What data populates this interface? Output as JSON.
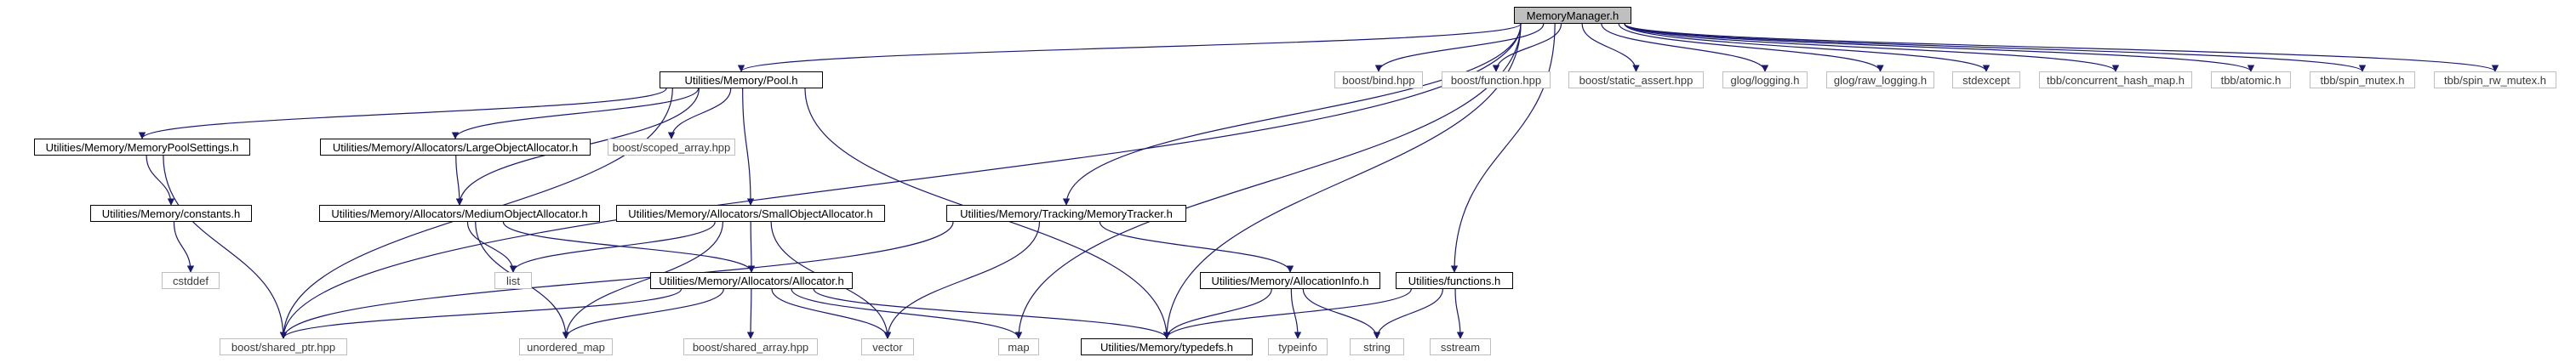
{
  "diagram": {
    "colors": {
      "edge": "#191970",
      "node_border": "#000000",
      "sys_border": "#bfbfbf",
      "root_fill": "#bfbfbf"
    },
    "nodes": {
      "mm": "MemoryManager.h",
      "pool": "Utilities/Memory/Pool.h",
      "bind": "boost/bind.hpp",
      "function": "boost/function.hpp",
      "static_assert": "boost/static_assert.hpp",
      "glog_logging": "glog/logging.h",
      "glog_raw": "glog/raw_logging.h",
      "stdexcept": "stdexcept",
      "tbb_chm": "tbb/concurrent_hash_map.h",
      "tbb_atomic": "tbb/atomic.h",
      "tbb_spin": "tbb/spin_mutex.h",
      "tbb_rw": "tbb/spin_rw_mutex.h",
      "pool_settings": "Utilities/Memory/MemoryPoolSettings.h",
      "large_alloc": "Utilities/Memory/Allocators/LargeObjectAllocator.h",
      "scoped_array": "boost/scoped_array.hpp",
      "medium_alloc": "Utilities/Memory/Allocators/MediumObjectAllocator.h",
      "small_alloc": "Utilities/Memory/Allocators/SmallObjectAllocator.h",
      "tracker": "Utilities/Memory/Tracking/MemoryTracker.h",
      "constants": "Utilities/Memory/constants.h",
      "cstddef": "cstddef",
      "list": "list",
      "allocator": "Utilities/Memory/Allocators/Allocator.h",
      "alloc_info": "Utilities/Memory/AllocationInfo.h",
      "functions": "Utilities/functions.h",
      "shared_ptr": "boost/shared_ptr.hpp",
      "unordered_map": "unordered_map",
      "shared_array": "boost/shared_array.hpp",
      "vector": "vector",
      "map": "map",
      "typedefs": "Utilities/Memory/typedefs.h",
      "typeinfo": "typeinfo",
      "string": "string",
      "sstream": "sstream"
    },
    "edges": [
      [
        "mm",
        "pool"
      ],
      [
        "mm",
        "bind"
      ],
      [
        "mm",
        "function"
      ],
      [
        "mm",
        "static_assert"
      ],
      [
        "mm",
        "glog_logging"
      ],
      [
        "mm",
        "glog_raw"
      ],
      [
        "mm",
        "stdexcept"
      ],
      [
        "mm",
        "tbb_chm"
      ],
      [
        "mm",
        "tbb_atomic"
      ],
      [
        "mm",
        "tbb_spin"
      ],
      [
        "mm",
        "tbb_rw"
      ],
      [
        "mm",
        "tracker"
      ],
      [
        "mm",
        "functions"
      ],
      [
        "mm",
        "typedefs"
      ],
      [
        "mm",
        "map"
      ],
      [
        "mm",
        "shared_ptr"
      ],
      [
        "pool",
        "pool_settings"
      ],
      [
        "pool",
        "large_alloc"
      ],
      [
        "pool",
        "scoped_array"
      ],
      [
        "pool",
        "medium_alloc"
      ],
      [
        "pool",
        "small_alloc"
      ],
      [
        "pool",
        "shared_ptr"
      ],
      [
        "pool",
        "typedefs"
      ],
      [
        "pool_settings",
        "constants"
      ],
      [
        "pool_settings",
        "shared_ptr"
      ],
      [
        "constants",
        "cstddef"
      ],
      [
        "large_alloc",
        "medium_alloc"
      ],
      [
        "medium_alloc",
        "list"
      ],
      [
        "medium_alloc",
        "allocator"
      ],
      [
        "medium_alloc",
        "unordered_map"
      ],
      [
        "small_alloc",
        "list"
      ],
      [
        "small_alloc",
        "allocator"
      ],
      [
        "small_alloc",
        "unordered_map"
      ],
      [
        "small_alloc",
        "vector"
      ],
      [
        "allocator",
        "shared_ptr"
      ],
      [
        "allocator",
        "unordered_map"
      ],
      [
        "allocator",
        "shared_array"
      ],
      [
        "allocator",
        "vector"
      ],
      [
        "allocator",
        "map"
      ],
      [
        "allocator",
        "typedefs"
      ],
      [
        "tracker",
        "shared_ptr"
      ],
      [
        "tracker",
        "vector"
      ],
      [
        "tracker",
        "alloc_info"
      ],
      [
        "alloc_info",
        "typedefs"
      ],
      [
        "alloc_info",
        "typeinfo"
      ],
      [
        "alloc_info",
        "string"
      ],
      [
        "functions",
        "typedefs"
      ],
      [
        "functions",
        "string"
      ],
      [
        "functions",
        "sstream"
      ]
    ]
  }
}
